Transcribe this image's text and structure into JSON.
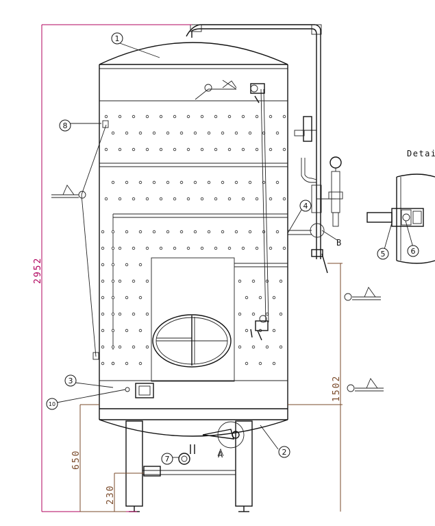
{
  "dimensions": {
    "total_height": "2952",
    "outlet_height": "1502",
    "leg_height": "650",
    "base_height": "230"
  },
  "balloons": [
    "1",
    "2",
    "3",
    "4",
    "5",
    "6",
    "7",
    "8",
    "10"
  ],
  "section_markers": {
    "a": "A",
    "b": "B"
  },
  "detail_label": "Detai",
  "colors": {
    "dimension_total": "#b0005c",
    "dimension_other": "#7a4a2a",
    "line": "#111111"
  }
}
